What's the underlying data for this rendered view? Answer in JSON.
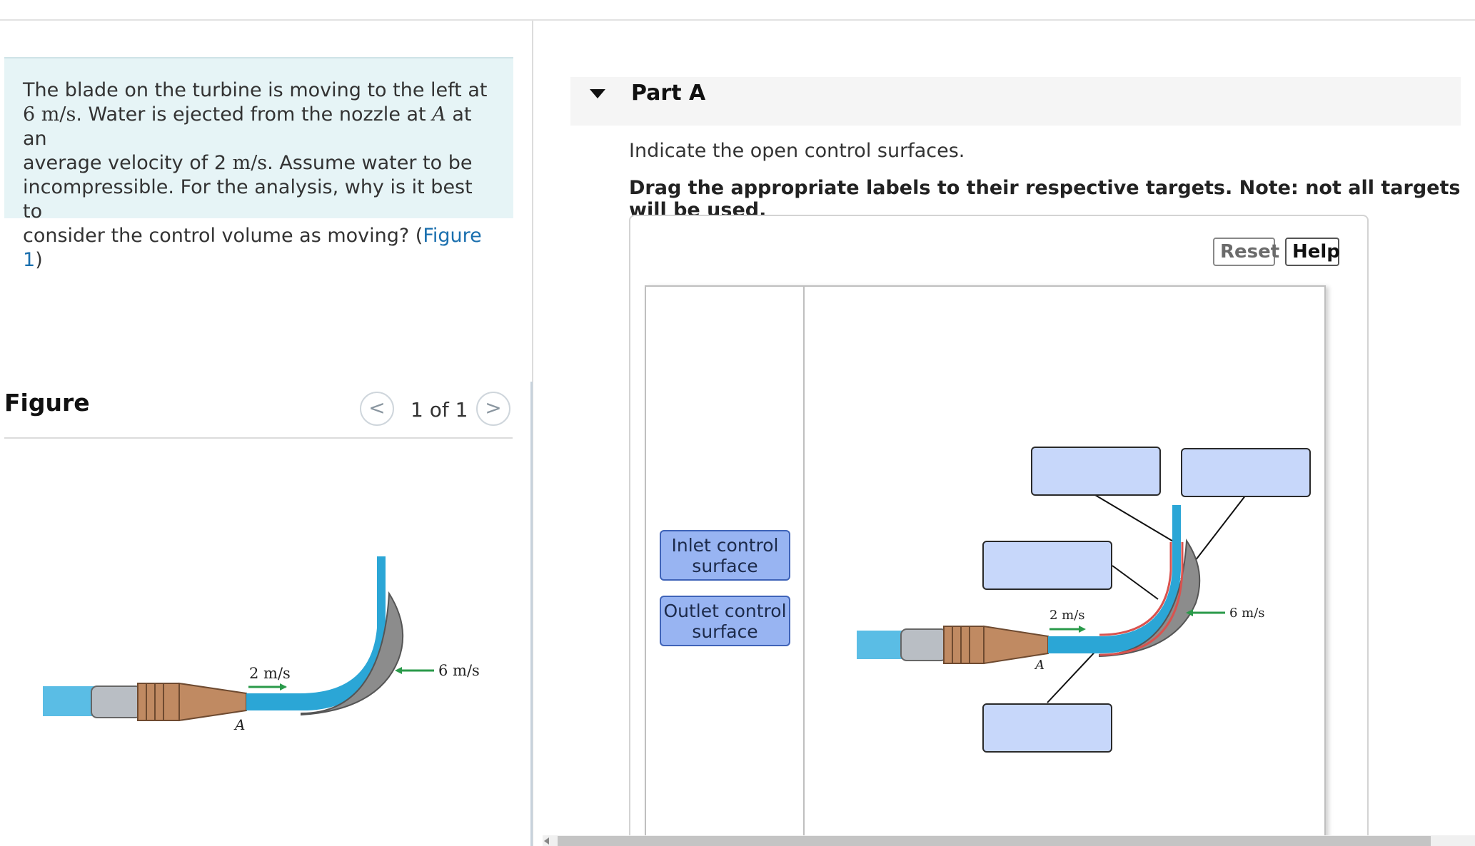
{
  "problem": {
    "line1": "The blade on the turbine is moving to the left at",
    "line2_speed": "6 m/s",
    "line2_rest": ". Water is ejected from the nozzle at ",
    "line2_point": "A",
    "line2_end": " at an",
    "line3_start": "average velocity of 2 ",
    "line3_unit": "m/s",
    "line3_end": ". Assume water to be",
    "line4": "incompressible. For the analysis, why is it best to",
    "line5_start": "consider the control volume as moving? (",
    "line5_link": "Figure 1",
    "line5_end": ")"
  },
  "figure": {
    "title": "Figure",
    "page_count": "1 of 1",
    "prev": "<",
    "next": ">",
    "nozzle_speed": "2 m/s",
    "blade_speed": "6 m/s",
    "point_label": "A"
  },
  "part": {
    "title": "Part A",
    "instruction": "Indicate the open control surfaces.",
    "instruction_bold": "Drag the appropriate labels to their respective targets. Note: not all targets will be used.",
    "reset_label": "Reset",
    "help_label": "Help",
    "labels": [
      {
        "line1": "Inlet control",
        "line2": "surface"
      },
      {
        "line1": "Outlet control",
        "line2": "surface"
      }
    ],
    "diagram": {
      "nozzle_speed": "2 m/s",
      "blade_speed": "6 m/s",
      "point_label": "A"
    }
  },
  "colors": {
    "water": "#2ba6d6",
    "nozzle_copper": "#c08a62",
    "blade_gray": "#8c8c8c",
    "arrow_green": "#2a9a4a",
    "label_blue": "#98b4f2",
    "target_blue": "#c7d7fa",
    "control_surface_red": "#d9534f"
  }
}
